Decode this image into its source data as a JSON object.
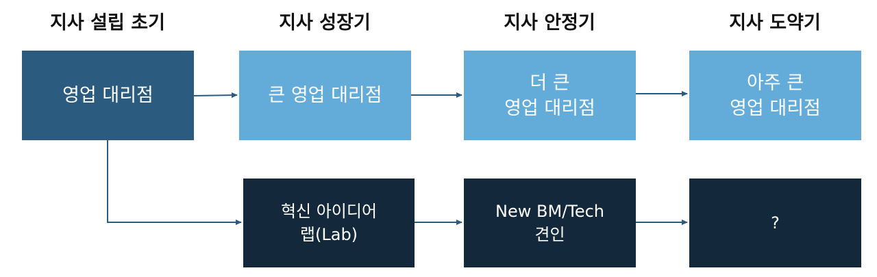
{
  "stages": [
    {
      "title": "지사 설립 초기"
    },
    {
      "title": "지사 성장기"
    },
    {
      "title": "지사 안정기"
    },
    {
      "title": "지사 도약기"
    }
  ],
  "sales_track": [
    {
      "label": "영업 대리점"
    },
    {
      "label": "큰 영업 대리점"
    },
    {
      "label": "더 큰\n영업 대리점"
    },
    {
      "label": "아주 큰\n영업 대리점"
    }
  ],
  "innovation_track": [
    {
      "label": "혁신 아이디어\n랩(Lab)"
    },
    {
      "label": "New BM/Tech\n견인"
    },
    {
      "label": "?"
    }
  ],
  "colors": {
    "initial_box": "#2b5c7f",
    "growth_box": "#63acd9",
    "innovation_box": "#13283a",
    "arrow": "#2b5c7f"
  }
}
